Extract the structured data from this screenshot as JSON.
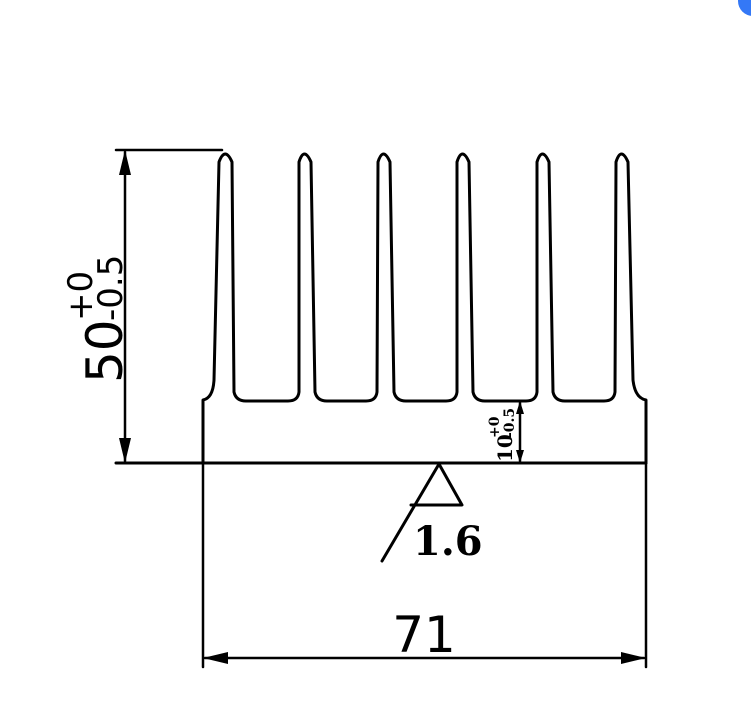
{
  "drawing": {
    "fin_count": 6,
    "height_dimension": {
      "nominal": "50",
      "upper_tolerance": "+0",
      "lower_tolerance": "-0.5"
    },
    "base_dimension": {
      "nominal": "10",
      "upper_tolerance": "+0",
      "lower_tolerance": "-0.5"
    },
    "width_dimension": "71",
    "surface_roughness": "1.6"
  },
  "colors": {
    "line": "#000000",
    "background": "#ffffff",
    "corner_badge": "#3478f6"
  }
}
